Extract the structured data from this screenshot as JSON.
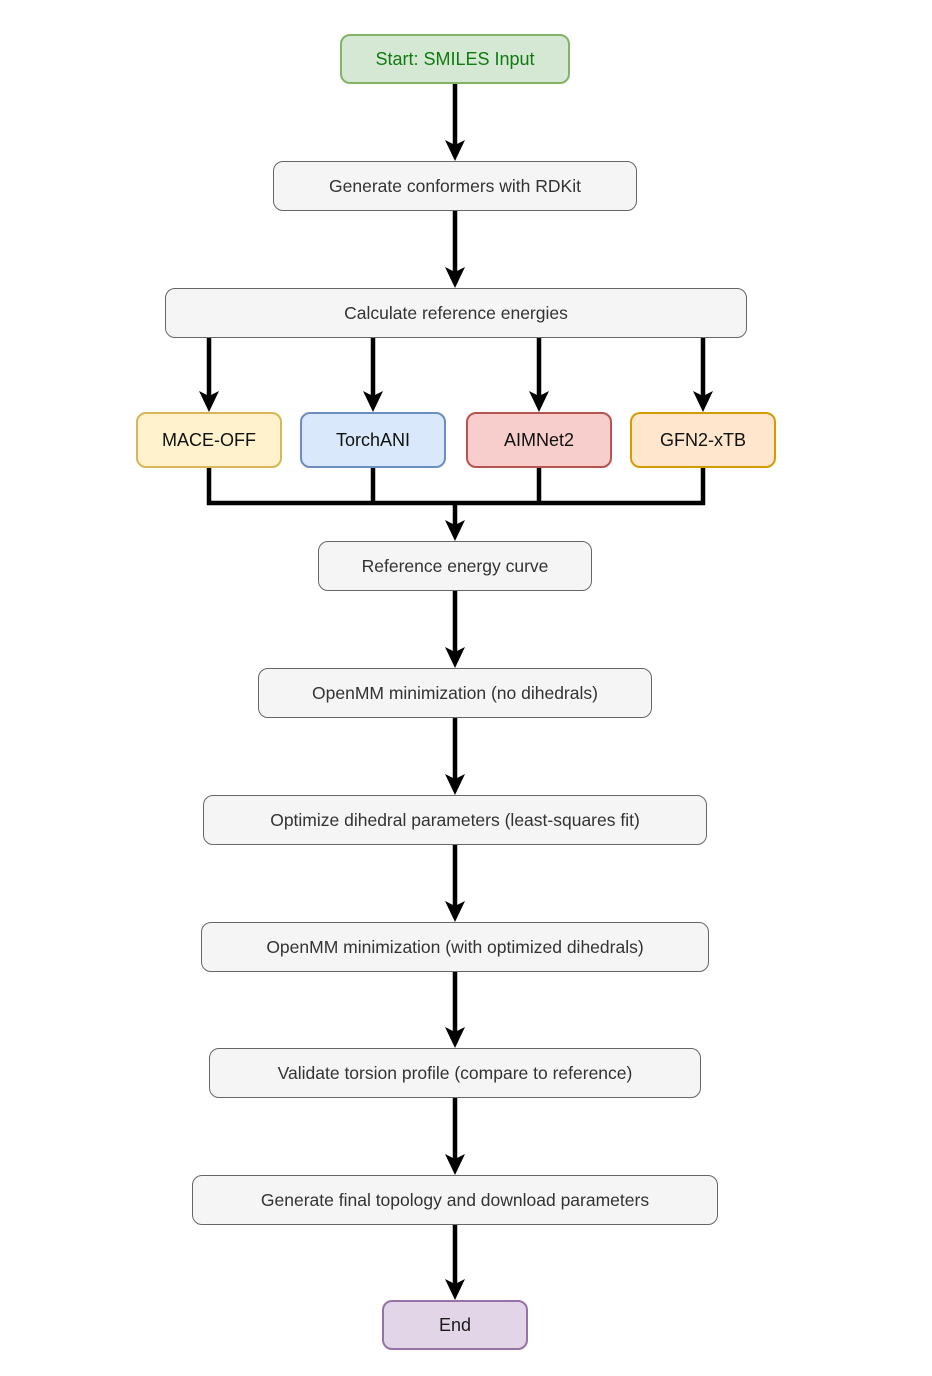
{
  "diagram": {
    "type": "flowchart",
    "background": "#ffffff",
    "arrow_color": "#000000",
    "nodes": {
      "start": {
        "label": "Start: SMILES Input",
        "fill": "#d5e8d4",
        "stroke": "#82b366",
        "text_color": "#117a11"
      },
      "generate_conformers": {
        "label": "Generate conformers with RDKit",
        "fill": "#f5f5f5",
        "stroke": "#666666",
        "text_color": "#333333"
      },
      "calc_reference": {
        "label": "Calculate reference energies",
        "fill": "#f5f5f5",
        "stroke": "#666666",
        "text_color": "#333333"
      },
      "mace_off": {
        "label": "MACE-OFF",
        "fill": "#fff2cc",
        "stroke": "#d6b656",
        "text_color": "#111111"
      },
      "torchani": {
        "label": "TorchANI",
        "fill": "#dae8fc",
        "stroke": "#6c8ebf",
        "text_color": "#111111"
      },
      "aimnet2": {
        "label": "AIMNet2",
        "fill": "#f8cecc",
        "stroke": "#b85450",
        "text_color": "#111111"
      },
      "gfn2_xtb": {
        "label": "GFN2-xTB",
        "fill": "#ffe6cc",
        "stroke": "#d79b00",
        "text_color": "#111111"
      },
      "reference_curve": {
        "label": "Reference energy curve",
        "fill": "#f5f5f5",
        "stroke": "#666666",
        "text_color": "#333333"
      },
      "openmm_no_dihedrals": {
        "label": "OpenMM minimization (no dihedrals)",
        "fill": "#f5f5f5",
        "stroke": "#666666",
        "text_color": "#333333"
      },
      "optimize_dihedrals": {
        "label": "Optimize dihedral parameters (least-squares fit)",
        "fill": "#f5f5f5",
        "stroke": "#666666",
        "text_color": "#333333"
      },
      "openmm_optimized": {
        "label": "OpenMM minimization (with optimized dihedrals)",
        "fill": "#f5f5f5",
        "stroke": "#666666",
        "text_color": "#333333"
      },
      "validate_torsion": {
        "label": "Validate torsion profile (compare to reference)",
        "fill": "#f5f5f5",
        "stroke": "#666666",
        "text_color": "#333333"
      },
      "generate_topology": {
        "label": "Generate final topology and download parameters",
        "fill": "#f5f5f5",
        "stroke": "#666666",
        "text_color": "#333333"
      },
      "end": {
        "label": "End",
        "fill": "#e1d5e7",
        "stroke": "#9673a6",
        "text_color": "#1a1a1a"
      }
    },
    "edges": [
      {
        "from": "start",
        "to": "generate_conformers"
      },
      {
        "from": "generate_conformers",
        "to": "calc_reference"
      },
      {
        "from": "calc_reference",
        "to": "mace_off"
      },
      {
        "from": "calc_reference",
        "to": "torchani"
      },
      {
        "from": "calc_reference",
        "to": "aimnet2"
      },
      {
        "from": "calc_reference",
        "to": "gfn2_xtb"
      },
      {
        "from": "mace_off",
        "to": "reference_curve"
      },
      {
        "from": "torchani",
        "to": "reference_curve"
      },
      {
        "from": "aimnet2",
        "to": "reference_curve"
      },
      {
        "from": "gfn2_xtb",
        "to": "reference_curve"
      },
      {
        "from": "reference_curve",
        "to": "openmm_no_dihedrals"
      },
      {
        "from": "openmm_no_dihedrals",
        "to": "optimize_dihedrals"
      },
      {
        "from": "optimize_dihedrals",
        "to": "openmm_optimized"
      },
      {
        "from": "openmm_optimized",
        "to": "validate_torsion"
      },
      {
        "from": "validate_torsion",
        "to": "generate_topology"
      },
      {
        "from": "generate_topology",
        "to": "end"
      }
    ]
  }
}
